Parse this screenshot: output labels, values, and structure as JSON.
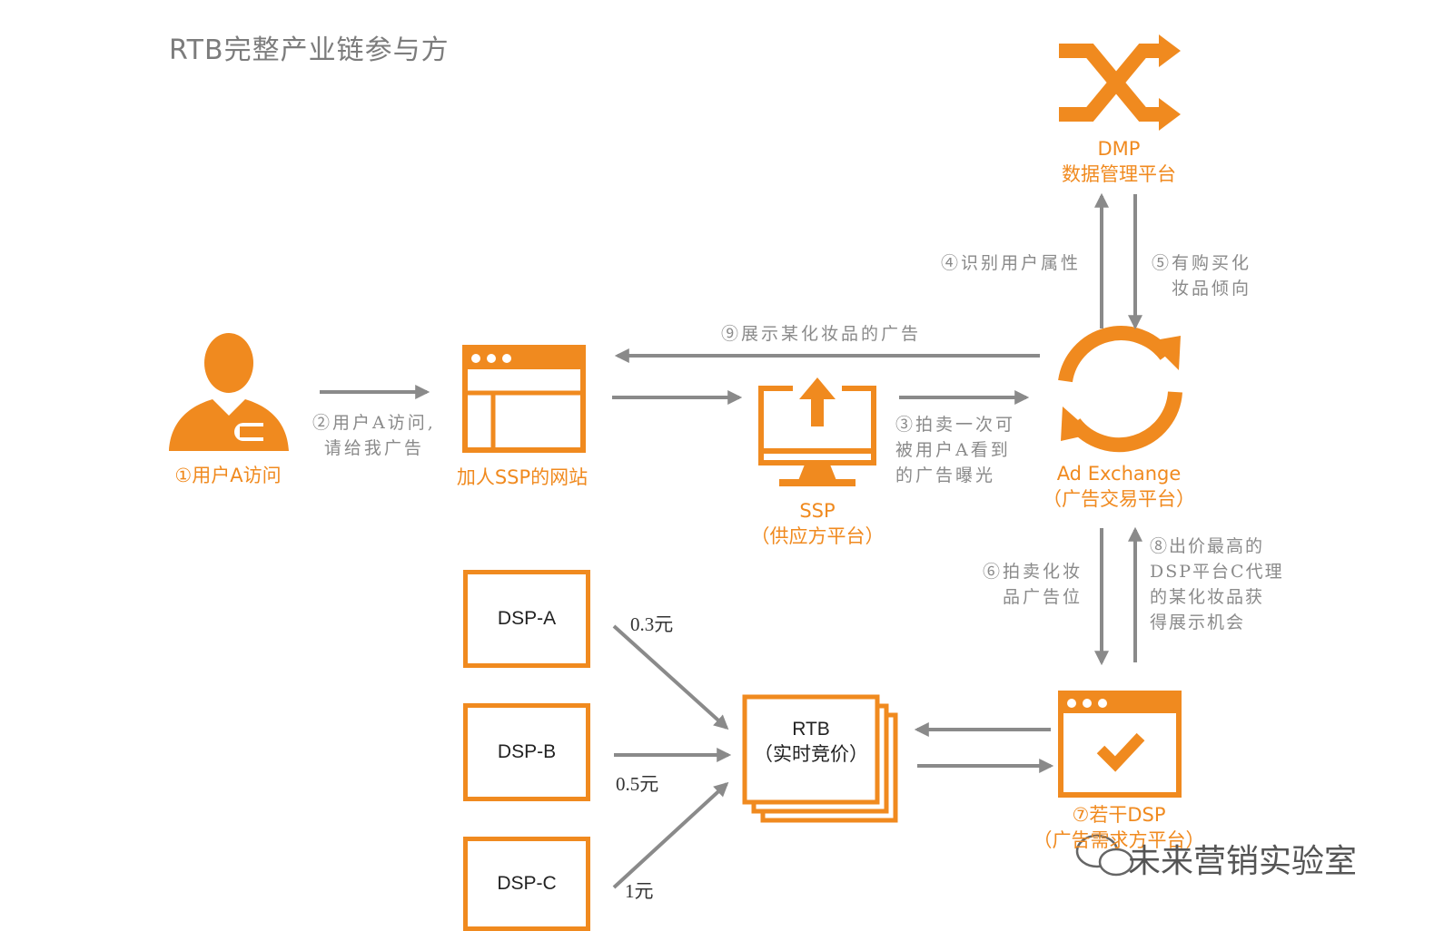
{
  "title": "RTB完整产业链参与方",
  "nodes": {
    "user": "①用户A访问",
    "website": "加人SSP的网站",
    "ssp": [
      "SSP",
      "（供应方平台）"
    ],
    "dmp": [
      "DMP",
      "数据管理平台"
    ],
    "adx": [
      "Ad Exchange",
      "（广告交易平台）"
    ],
    "dsp_group": [
      "⑦若干DSP",
      "（广告需求方平台）"
    ],
    "rtb": [
      "RTB",
      "（实时竞价）"
    ],
    "dsp_a": "DSP-A",
    "dsp_b": "DSP-B",
    "dsp_c": "DSP-C"
  },
  "steps": {
    "s2": [
      "②用户A访问,",
      "请给我广告"
    ],
    "s3": [
      "③拍卖一次可",
      "被用户A看到",
      "的广告曝光"
    ],
    "s4": "④识别用户属性",
    "s5": [
      "⑤有购买化",
      "妆品倾向"
    ],
    "s6": [
      "⑥拍卖化妆",
      "品广告位"
    ],
    "s8": [
      "⑧出价最高的",
      "DSP平台C代理",
      "的某化妆品获",
      "得展示机会"
    ],
    "s9": "⑨展示某化妆品的广告"
  },
  "bids": {
    "a": "0.3元",
    "b": "0.5元",
    "c": "1元"
  },
  "watermark": "未来营销实验室",
  "colors": {
    "accent": "#f08a1f",
    "arrow": "#8a8a8a"
  }
}
